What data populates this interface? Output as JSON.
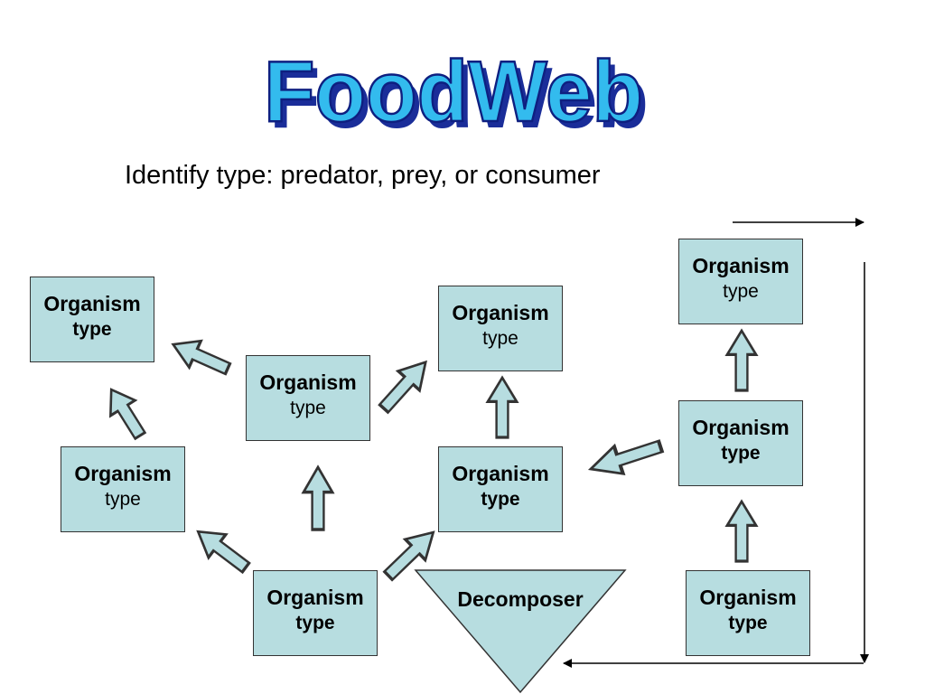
{
  "title": "FoodWeb",
  "subtitle": "Identify type: predator, prey, or consumer",
  "colors": {
    "box_fill": "#b7dde0",
    "title_fill": "#33bbee",
    "title_shadow": "#1a2d99"
  },
  "boxes": [
    {
      "id": "top-left",
      "name": "Organism",
      "type": "type",
      "type_bold": true
    },
    {
      "id": "mid-left",
      "name": "Organism",
      "type": "type",
      "type_bold": false
    },
    {
      "id": "center-top",
      "name": "Organism",
      "type": "type",
      "type_bold": false
    },
    {
      "id": "bottom-center",
      "name": "Organism",
      "type": "type",
      "type_bold": true
    },
    {
      "id": "upper-right-center",
      "name": "Organism",
      "type": "type",
      "type_bold": false
    },
    {
      "id": "mid-right-center",
      "name": "Organism",
      "type": "type",
      "type_bold": true
    },
    {
      "id": "top-right",
      "name": "Organism",
      "type": "type",
      "type_bold": false
    },
    {
      "id": "mid-right",
      "name": "Organism",
      "type": "type",
      "type_bold": true
    },
    {
      "id": "bottom-right",
      "name": "Organism",
      "type": "type",
      "type_bold": true
    }
  ],
  "decomposer": {
    "label": "Decomposer"
  }
}
